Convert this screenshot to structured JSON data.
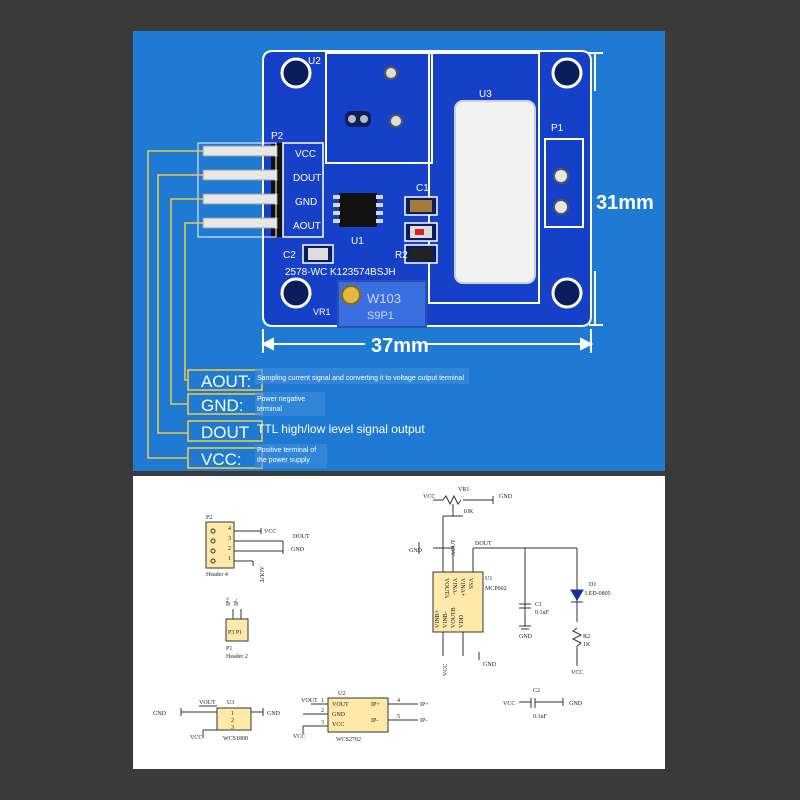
{
  "board": {
    "refs": {
      "u2": "U2",
      "u3": "U3",
      "p1": "P1",
      "p2": "P2",
      "c1": "C1",
      "c2": "C2",
      "r2": "R2",
      "u1": "U1",
      "vr1": "VR1"
    },
    "header_pins": [
      "VCC",
      "DOUT",
      "GND",
      "AOUT"
    ],
    "silkscreen": "2578-WC K123574BSJH",
    "pot_label": "W103",
    "pot_label2": "S9P1",
    "dim_height": "31mm",
    "dim_width": "37mm"
  },
  "legend": [
    {
      "label": "AOUT:",
      "desc": "Sampling current signal and converting it to voltage output terminal"
    },
    {
      "label": "GND:",
      "desc": "Power negative terminal"
    },
    {
      "label": "DOUT",
      "desc": "TTL high/low level signal output"
    },
    {
      "label": "VCC:",
      "desc": "Positive terminal of the power supply"
    }
  ],
  "schematic": {
    "p2": {
      "ref": "P2",
      "name": "Header 4",
      "pins": [
        "4",
        "3",
        "2",
        "1"
      ],
      "vcc": "VCC",
      "dout": "DOUT",
      "gnd": "GND",
      "aout": "AOUT"
    },
    "p1": {
      "ref": "P1",
      "name": "Header 2",
      "pins": [
        "IP+",
        "IP-"
      ],
      "box": "P3 P1"
    },
    "u3": {
      "ref": "U3",
      "name": "WCS1800",
      "pins": [
        "1",
        "2",
        "3"
      ],
      "vout": "VOUT",
      "gnd_l": "GND",
      "gnd_r": "GND",
      "vcc": "VCC"
    },
    "u2": {
      "ref": "U2",
      "name": "WCS2702",
      "pins": [
        "1",
        "2",
        "3"
      ],
      "pins_r": [
        "4",
        "5"
      ],
      "in": [
        "VOUT",
        "GND",
        "VCC"
      ],
      "ip": [
        "IP+",
        "IP-"
      ],
      "vout": "VOUT",
      "vcc": "VCC"
    },
    "u1": {
      "ref": "U1",
      "name": "MCP602",
      "vr1": "VR1",
      "r10k": "10K",
      "vcc": "VCC",
      "gnd": "GND",
      "dout": "DOUT",
      "aout": "AOUT",
      "vcc_b": "VCC",
      "gnd_b": "GND",
      "pins": [
        "VINB+",
        "VINB-",
        "VOUTB",
        "VDD",
        "VSS",
        "VINA+",
        "VINA-",
        "VOUTA"
      ]
    },
    "c1": {
      "ref": "C1",
      "value": "0.1uF",
      "gnd": "GND"
    },
    "d1": {
      "ref": "D1",
      "name": "LED-0805"
    },
    "r2": {
      "ref": "R2",
      "value": "1K",
      "vcc": "VCC"
    },
    "c2": {
      "ref": "C2",
      "value": "0.1uF",
      "vcc": "VCC",
      "gnd": "GND"
    }
  }
}
